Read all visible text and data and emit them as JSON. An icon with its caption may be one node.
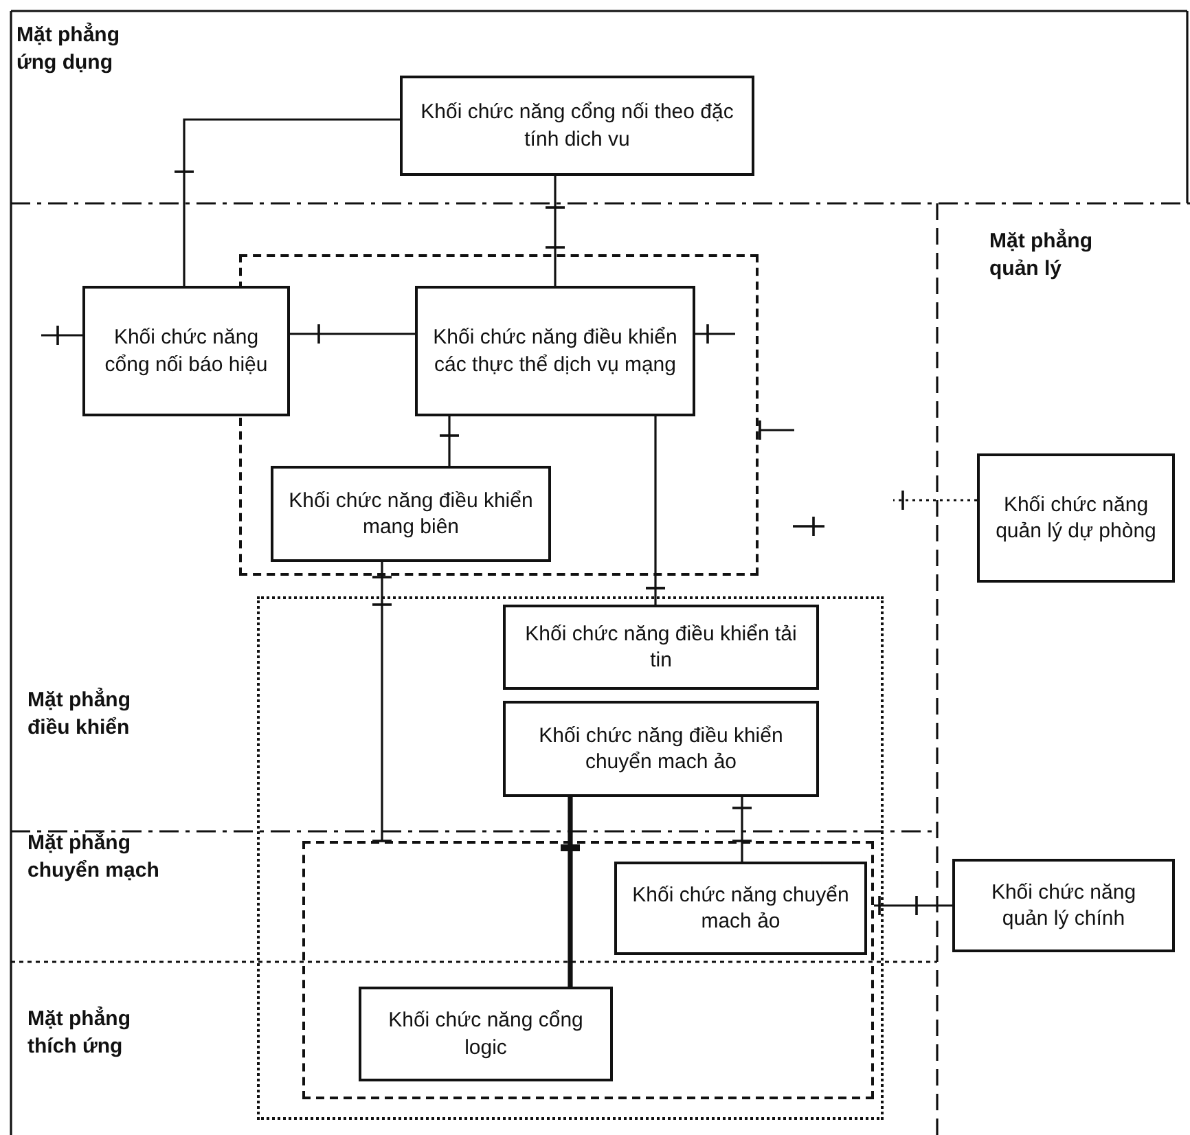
{
  "diagram": {
    "nodes": [
      {
        "text": [
          "Khối chức năng cổng nối theo đặc tính dich vu"
        ]
      },
      {
        "text": [],
        "shape": "box"
      },
      {
        "text": [
          "Khối chức năng cổng nối báo hiệu"
        ]
      },
      {
        "text": [
          "Khối chức năng điều khiển các thực thể dịch vụ mạng"
        ],
        "in": 1
      },
      {
        "text": [
          "Khối chức năng điều khiển mang biên"
        ],
        "in": 1
      },
      {
        "text": [],
        "shape": "box"
      },
      {
        "text": [
          "Khối chức năng điều khiển tải tin"
        ],
        "in": 5
      },
      {
        "text": [
          "Khối chức năng điều khiển chuyển mach ảo"
        ],
        "in": 5
      },
      {
        "text": [],
        "shape": "box",
        "in": 5
      },
      {
        "text": [
          "Khối chức năng chuyển mach ảo"
        ],
        "in": 8
      },
      {
        "text": [
          "Khối chức năng cổng logic"
        ],
        "in": 8
      },
      {
        "text": [
          "Khối chức năng quản lý dự phòng"
        ]
      },
      {
        "text": [
          "Khối chức năng quản lý chính"
        ]
      }
    ],
    "edges": [
      {
        "from": 0,
        "to": 2,
        "arrow": "other"
      },
      {
        "from": 0,
        "to": 3,
        "arrow": "other"
      },
      {
        "from": null,
        "to": 2,
        "arrow": "other"
      },
      {
        "from": 2,
        "to": 3,
        "arrow": "other"
      },
      {
        "from": 3,
        "to": null,
        "arrow": "other"
      },
      {
        "from": 3,
        "to": 4,
        "arrow": "other"
      },
      {
        "from": 3,
        "to": 6,
        "arrow": "other"
      },
      {
        "from": 1,
        "to": null,
        "arrow": "other"
      },
      {
        "from": 11,
        "to": null,
        "arrow": "other",
        "style": "dashed"
      },
      {
        "from": 4,
        "to": 8,
        "arrow": "other"
      },
      {
        "from": 7,
        "to": 10,
        "arrow": "other",
        "style": "thick"
      },
      {
        "from": 7,
        "to": 9,
        "arrow": "other"
      },
      {
        "from": 12,
        "to": 8,
        "arrow": "other"
      }
    ],
    "labels": [
      "Mặt phẳng ứng dụng",
      "Mặt phẳng quản lý",
      "Mặt phẳng điều khiển",
      "Mặt phẳng chuyển mạch",
      "Mặt phẳng thích ứng"
    ]
  }
}
